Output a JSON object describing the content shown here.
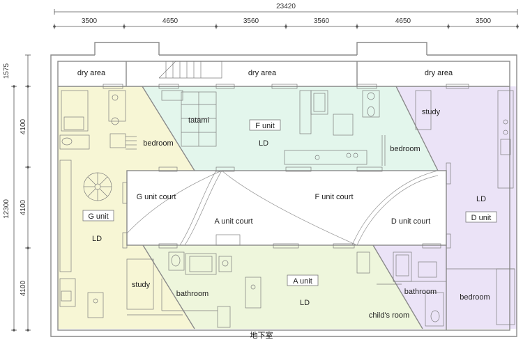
{
  "colors": {
    "g_unit": "#f7f6d5",
    "f_unit": "#e3f6ec",
    "d_unit": "#ebe3f7",
    "a_unit": "#eef6dc",
    "court": "#ffffff",
    "wall": "#8a8a8a"
  },
  "dimensions": {
    "top_total": "23420",
    "top_segments": [
      "3500",
      "4650",
      "3560",
      "3560",
      "4650",
      "3500"
    ],
    "left_total": "12300",
    "left_dry": "1575",
    "left_segments": [
      "4100",
      "4100",
      "4100"
    ]
  },
  "rooms": {
    "dry_left": "dry area",
    "dry_center": "dry area",
    "dry_right": "dry area",
    "g_bedroom": "bedroom",
    "g_study": "study",
    "g_unit_tag": "G unit",
    "g_ld": "LD",
    "tatami": "tatami",
    "f_unit_tag": "F unit",
    "f_ld": "LD",
    "f_bedroom": "bedroom",
    "d_study": "study",
    "d_ld": "LD",
    "d_unit_tag": "D unit",
    "d_bathroom": "bathroom",
    "d_bedroom": "bedroom",
    "g_court": "G unit court",
    "f_court": "F unit court",
    "a_court": "A unit court",
    "d_court": "D unit court",
    "a_bathroom": "bathroom",
    "a_unit_tag": "A unit",
    "a_ld": "LD",
    "childs_room": "child's room"
  },
  "caption": "地下室"
}
